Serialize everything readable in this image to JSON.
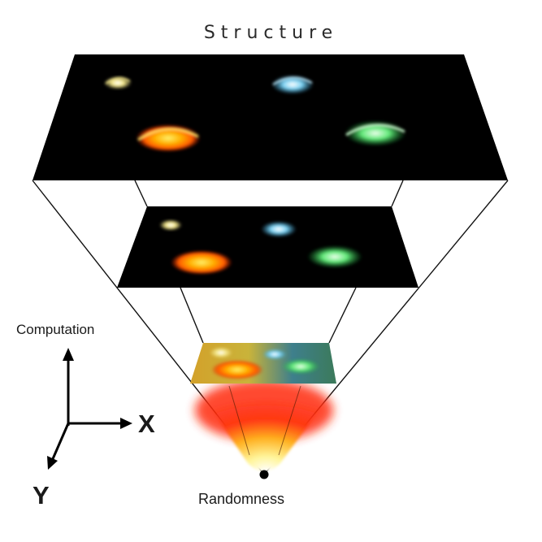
{
  "diagram": {
    "title": "Structure",
    "axes": {
      "vertical_label": "Computation",
      "horizontal_label": "X",
      "depth_label": "Y"
    },
    "apex_label": "Randomness",
    "layers": [
      {
        "name": "top-plane",
        "galaxies": [
          "yellow",
          "blue",
          "orange",
          "green"
        ]
      },
      {
        "name": "middle-plane",
        "galaxies": [
          "yellow",
          "blue",
          "orange",
          "green"
        ]
      },
      {
        "name": "bottom-plane",
        "galaxies": [
          "yellow",
          "blue",
          "orange",
          "green"
        ]
      }
    ],
    "colors": {
      "plane": "#000000",
      "galaxy_yellow": "#f4e78a",
      "galaxy_blue": "#7fd3f3",
      "galaxy_orange": "#ff8a00",
      "galaxy_green": "#63e87a",
      "glow_red": "#ff2a10",
      "glow_yellow": "#fff59a"
    }
  }
}
